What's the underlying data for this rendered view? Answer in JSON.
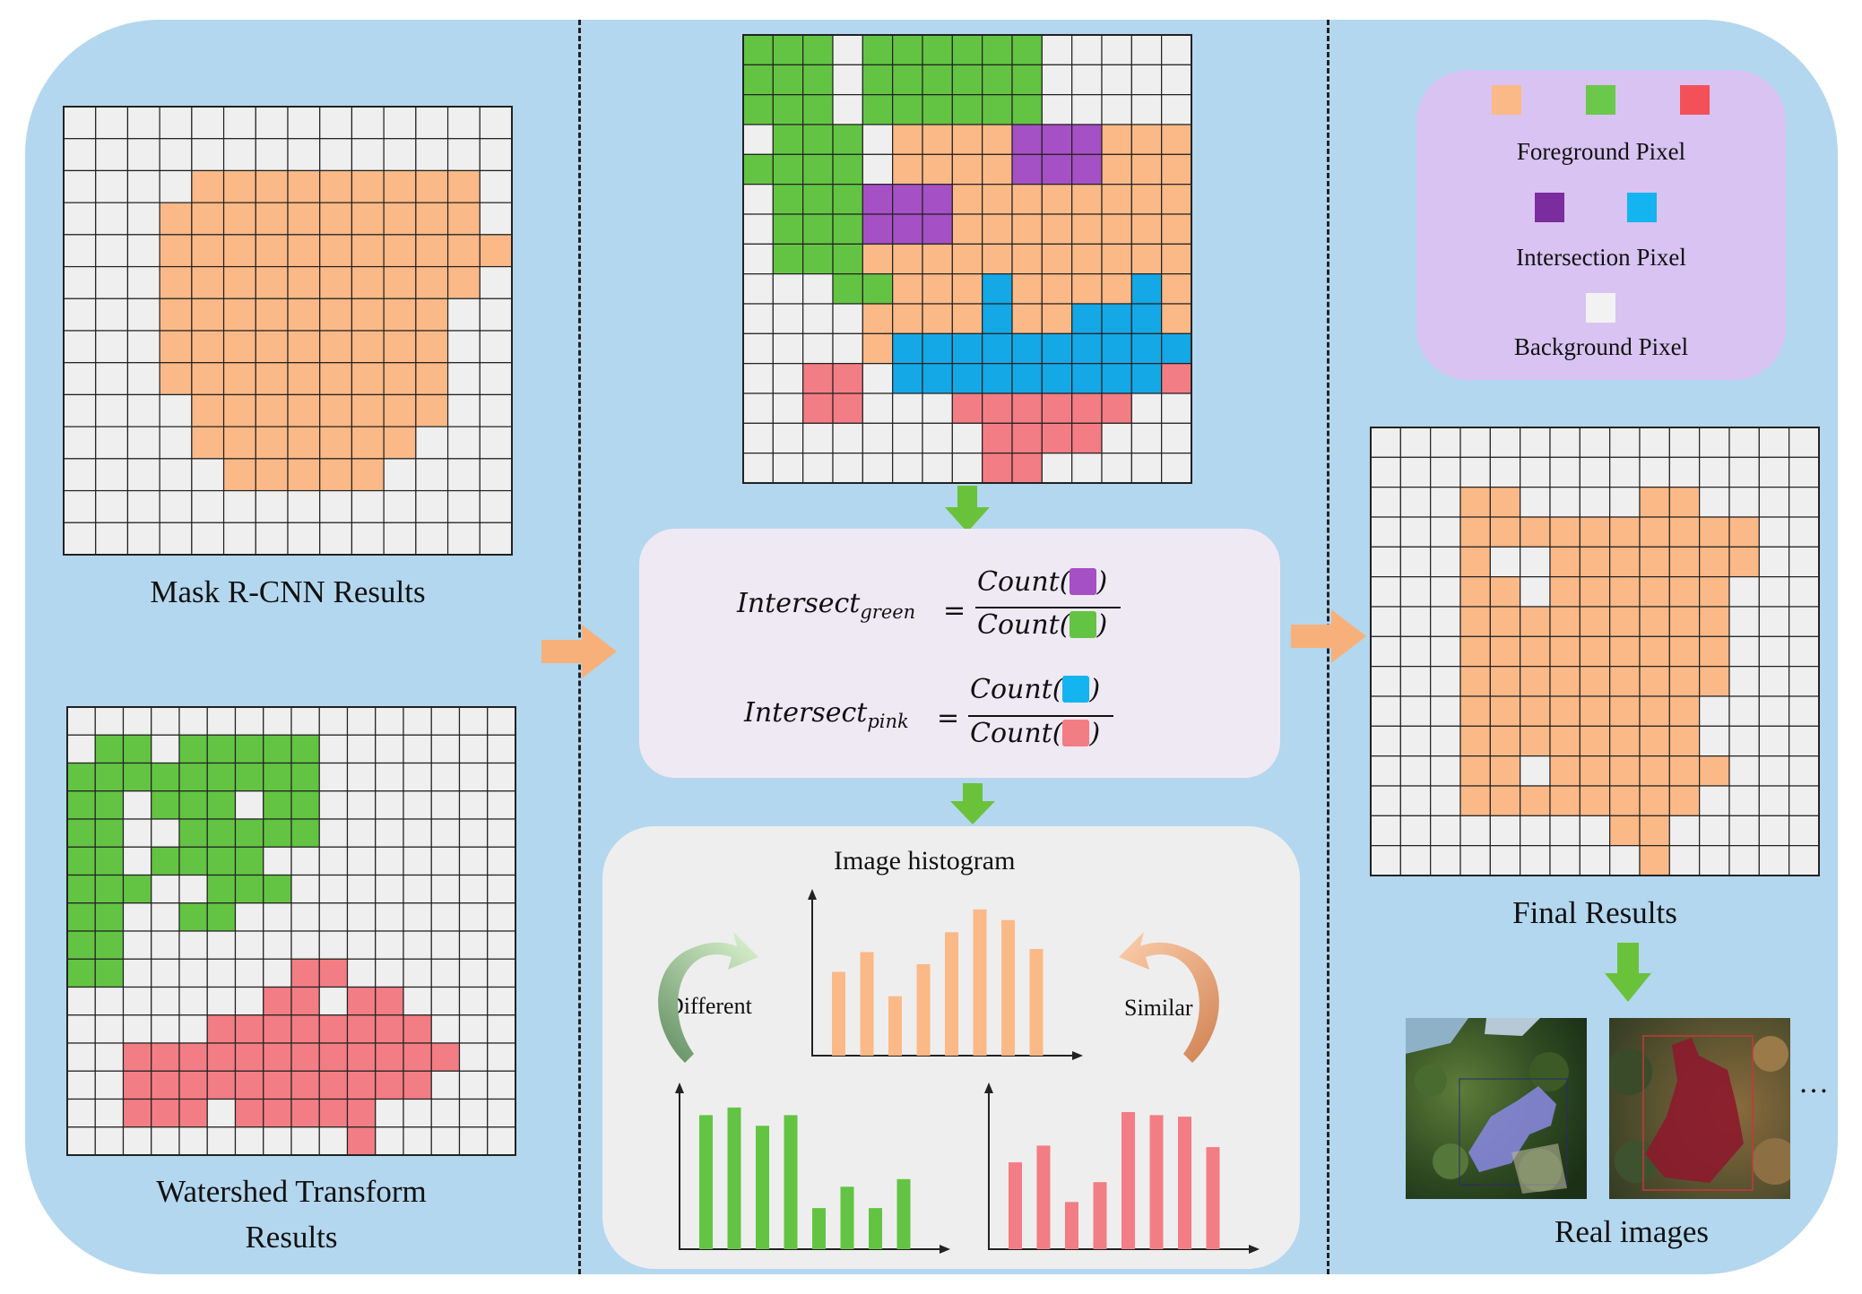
{
  "captions": {
    "mask": "Mask R-CNN Results",
    "watershed_line1": "Watershed Transform",
    "watershed_line2": "Results",
    "final": "Final Results",
    "real": "Real images",
    "ellipsis": "…"
  },
  "legend": {
    "foreground": "Foreground Pixel",
    "intersection": "Intersection Pixel",
    "background": "Background Pixel"
  },
  "formula": {
    "lhs1": "Intersect",
    "sub1": "green",
    "lhs2": "Intersect",
    "sub2": "pink",
    "eq": "=",
    "count": "Count"
  },
  "histogram": {
    "title": "Image histogram",
    "different": "Different",
    "similar": "Similar",
    "orange_values": [
      0.55,
      0.68,
      0.39,
      0.6,
      0.81,
      0.96,
      0.89,
      0.7
    ],
    "green_values": [
      0.88,
      0.93,
      0.81,
      0.88,
      0.27,
      0.41,
      0.27,
      0.46
    ],
    "pink_values": [
      0.57,
      0.68,
      0.31,
      0.44,
      0.9,
      0.88,
      0.87,
      0.67
    ]
  },
  "colors": {
    "panel": "#b3d7ee",
    "background_pixel": "#efefef",
    "foreground_orange": "#fbb987",
    "foreground_green": "#63c443",
    "foreground_red": "#f37d84",
    "intersect_purple": "#a550c4",
    "intersect_blue": "#14a8e6",
    "legend_orange": "#fbb987",
    "legend_green": "#6ac94a",
    "legend_red": "#f3505a",
    "legend_purple": "#7b2c9e",
    "legend_blue": "#14b4f0",
    "arrow_green": "#6ac23a",
    "arrow_orange": "#f8b07a"
  },
  "grids": {
    "mask_rcnn": [
      "..............",
      "..............",
      "....OOOOOOOOO.",
      "...OOOOOOOOOO.",
      "...OOOOOOOOOOO",
      "...OOOOOOOOOO.",
      "...OOOOOOOOO..",
      "...OOOOOOOOO..",
      "...OOOOOOOOO..",
      "....OOOOOOOO..",
      "....OOOOOOO...",
      ".....OOOOO....",
      "..............",
      ".............."
    ],
    "watershed": [
      "..............",
      ".GG.GGGGG.....",
      "GGGGGGGGG.....",
      "GG.GGG.GG.....",
      "GG..GGGGG.....",
      "GG.GGGG.......",
      "GGG..GGG......",
      "GG..GG........",
      "GG............",
      "GG......RR....",
      ".......RR.RR..",
      ".....RRRRRRRR.",
      "..RRRRRRRRRRRR",
      "..RRRRRRRRRRR.",
      "..RRR.RRRRR...",
      "..........R..."
    ],
    "combined": [
      "GGG.GGGGGG..........",
      "GGG.GGGGGG..........",
      "GGG.GGGGGG..........",
      ".GGG.OOOOPPPOOO.....",
      "GGGG.OOOOPPPOOOOOO..",
      ".GGGPPPOOOOOOOOOOO..",
      ".GGGPPPOOOOOOOOOOO..",
      ".GGGOOOOOOOOOOOOOO..",
      "...GGOOOBOOOOBO.....",
      "....OOOOBOOBBBO.....",
      "....OBBBBBBBBBBRR...",
      "..RR.BBBBBBBBBR.....",
      "..RR...RRRRRR.......",
      "........RRRR........",
      "........RR.........."
    ],
    "final": [
      "..............",
      "..............",
      "...OO....OO...",
      "...OOOOOOOOOO.",
      "...O..OOOOOOO.",
      "...OO.OOOOOO..",
      "...OOOOOOOOO..",
      "...OOOOOOOOO..",
      "...OOOOOOOOO..",
      "...OOOOOOOO...",
      "...OOOOOOOO...",
      "...OO.OOOOOO..",
      "...OOOOOOOO...",
      "........OO....",
      ".........O...."
    ]
  }
}
